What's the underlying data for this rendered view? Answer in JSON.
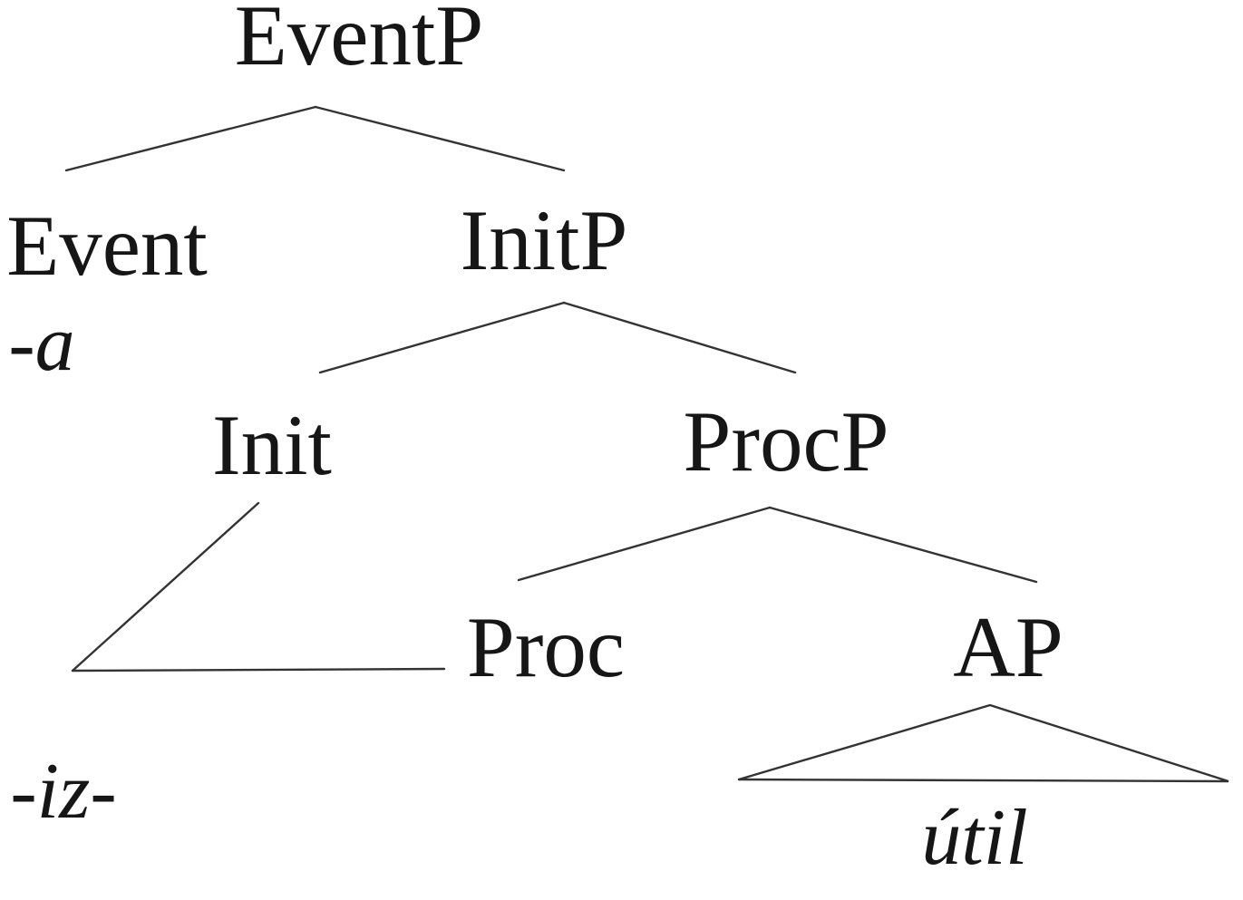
{
  "diagram": {
    "type": "syntax-tree",
    "description": "First-phase syntax tree decomposing an adjective-derived verb: EventP over InitP over ProcP over AP",
    "background_color": "#ffffff",
    "text_color": "#161616",
    "line_color": "#333333",
    "nodes": {
      "eventp": {
        "label": "EventP"
      },
      "event": {
        "label": "Event"
      },
      "event_spellout": {
        "label": "-a",
        "style": "italic"
      },
      "initp": {
        "label": "InitP"
      },
      "init": {
        "label": "Init"
      },
      "procp": {
        "label": "ProcP"
      },
      "proc": {
        "label": "Proc"
      },
      "ap": {
        "label": "AP"
      },
      "init_proc_spellout": {
        "label": "-iz-",
        "style": "italic"
      },
      "ap_spellout": {
        "label": "útil",
        "style": "italic"
      }
    },
    "edges": [
      {
        "from": "EventP",
        "to": "Event"
      },
      {
        "from": "EventP",
        "to": "InitP"
      },
      {
        "from": "InitP",
        "to": "Init"
      },
      {
        "from": "InitP",
        "to": "ProcP"
      },
      {
        "from": "ProcP",
        "to": "Proc"
      },
      {
        "from": "ProcP",
        "to": "AP"
      },
      {
        "from": "Init",
        "to": "-iz-"
      },
      {
        "from": "Proc",
        "to": "-iz-"
      },
      {
        "from": "AP",
        "to": "útil",
        "style": "triangle"
      }
    ],
    "spellouts": [
      {
        "head": "Event",
        "exponent": "-a"
      },
      {
        "heads": [
          "Init",
          "Proc"
        ],
        "exponent": "-iz-"
      },
      {
        "phrase": "AP",
        "lexical_item": "útil"
      }
    ]
  }
}
